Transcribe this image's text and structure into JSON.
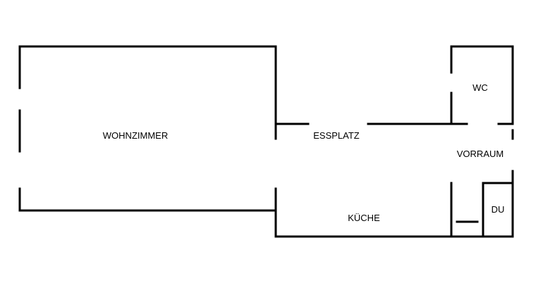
{
  "floor_plan": {
    "rooms": [
      {
        "id": "wohnzimmer",
        "label": "WOHNZIMMER"
      },
      {
        "id": "essplatz",
        "label": "ESSPLATZ"
      },
      {
        "id": "wc",
        "label": "WC"
      },
      {
        "id": "vorraum",
        "label": "VORRAUM"
      },
      {
        "id": "kueche",
        "label": "KÜCHE"
      },
      {
        "id": "du",
        "label": "DU"
      }
    ],
    "colors": {
      "wall": "#000000",
      "background": "#ffffff"
    }
  }
}
